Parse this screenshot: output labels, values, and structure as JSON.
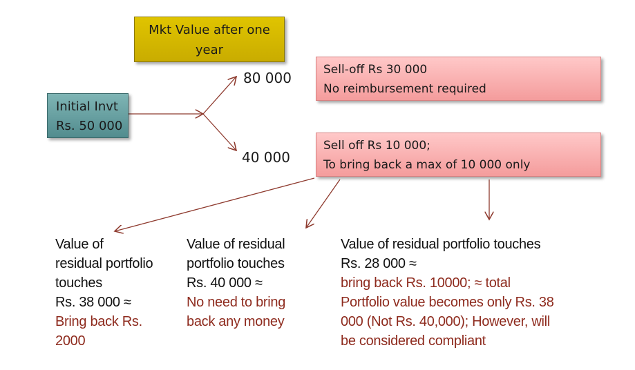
{
  "header_box": {
    "lines": [
      "Mkt Value after one",
      "year"
    ]
  },
  "initial_box": {
    "lines": [
      "Initial Invt",
      "Rs. 50 000"
    ]
  },
  "outcomes": [
    {
      "value": "80 000",
      "action_lines": [
        "Sell-off Rs 30 000",
        "No reimbursement required"
      ]
    },
    {
      "value": "40 000",
      "action_lines": [
        "Sell off Rs 10 000;",
        "To bring back a max of 10 000 only"
      ]
    }
  ],
  "scenarios": [
    {
      "black_lines": [
        "Value of",
        "residual portfolio",
        "touches",
        "Rs. 38 000 ≈"
      ],
      "red_lines": [
        "Bring back Rs.",
        "2000"
      ]
    },
    {
      "black_lines": [
        "Value of residual",
        "portfolio touches",
        "Rs. 40 000 ≈"
      ],
      "red_lines": [
        "No need to bring",
        "back any money"
      ]
    },
    {
      "black_lines": [
        "Value of residual portfolio touches",
        "Rs. 28 000 ≈"
      ],
      "red_lines": [
        "bring back Rs. 10000; ≈ total",
        "Portfolio value becomes only Rs. 38",
        "000 (Not Rs. 40,000); However, will",
        "be considered compliant"
      ]
    }
  ],
  "colors": {
    "arrow": "#8e3a2e",
    "header": "#d4b800",
    "initial": "#6aa2a3",
    "action": "#f8b0b0",
    "red_text": "#8e2b1e"
  }
}
